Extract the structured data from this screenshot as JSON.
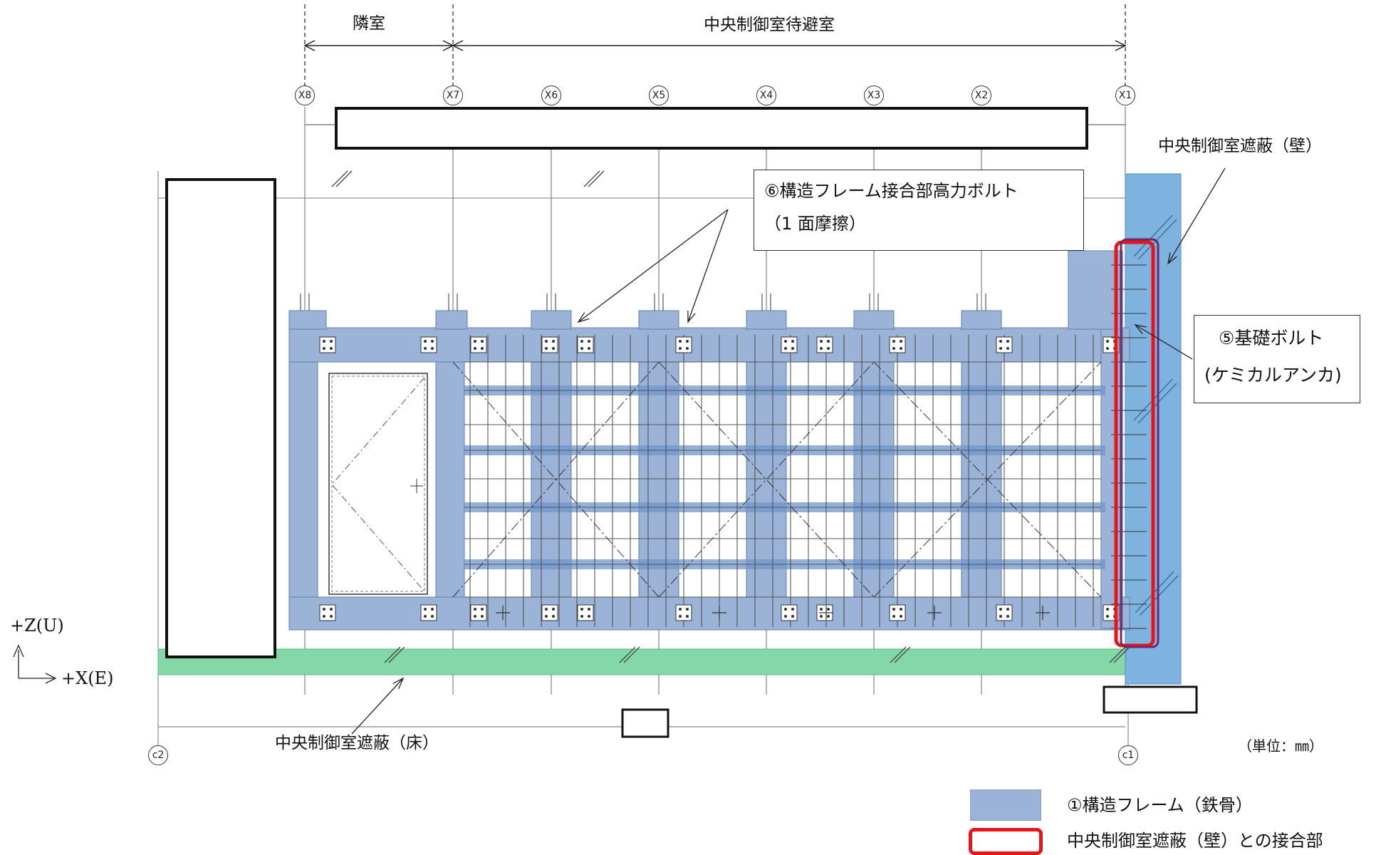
{
  "zones": {
    "adjacent_room": "隣室",
    "refuge_room": "中央制御室待避室"
  },
  "grid_x": [
    "X8",
    "X7",
    "X6",
    "X5",
    "X4",
    "X3",
    "X2",
    "X1"
  ],
  "grid_c": [
    "c2",
    "c1"
  ],
  "callouts": {
    "frame_bolt_line1": "⑥構造フレーム接合部高力ボルト",
    "frame_bolt_line2": "（1 面摩擦）",
    "anchor_bolt_line1": "⑤基礎ボルト",
    "anchor_bolt_line2": "(ケミカルアンカ)"
  },
  "labels": {
    "wall_shield": "中央制御室遮蔽（壁）",
    "floor_shield": "中央制御室遮蔽（床）",
    "unit": "（単位：㎜）",
    "axis_z": "+Z(U)",
    "axis_x": "+X(E)"
  },
  "legend": [
    {
      "label": "①構造フレーム（鉄骨）",
      "swatch": "frame"
    },
    {
      "label": "中央制御室遮蔽（壁）との接合部",
      "swatch": "joint"
    }
  ],
  "colors": {
    "frame_fill": "#9ab3d7",
    "frame_stroke": "#5f7fae",
    "wall_fill": "#7fb3df",
    "floor_fill": "#84d8a8",
    "joint_red": "#e8141c",
    "joint_purple": "#6b2a6b"
  }
}
